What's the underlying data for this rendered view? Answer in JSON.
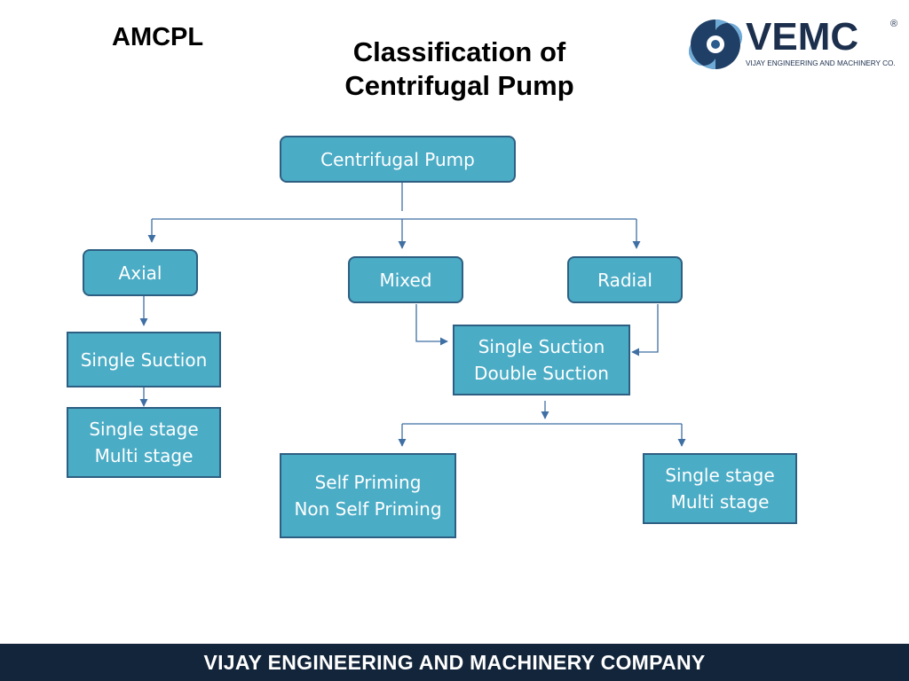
{
  "header": {
    "company_short": "AMCPL",
    "title_line1": "Classification of",
    "title_line2": "Centrifugal Pump"
  },
  "logo": {
    "brand": "VEMC",
    "registered_mark": "®",
    "tagline": "VIJAY ENGINEERING AND MACHINERY CO.",
    "icon": "swirl-logo-icon"
  },
  "diagram": {
    "root": "Centrifugal Pump",
    "axial": "Axial",
    "mixed": "Mixed",
    "radial": "Radial",
    "axial_suction": "Single Suction",
    "axial_stage_1": "Single stage",
    "axial_stage_2": "Multi stage",
    "suction_1": "Single Suction",
    "suction_2": "Double Suction",
    "priming_1": "Self Priming",
    "priming_2": "Non Self Priming",
    "stage_1": "Single stage",
    "stage_2": "Multi stage"
  },
  "footer": {
    "text": "VIJAY ENGINEERING AND MACHINERY COMPANY"
  },
  "colors": {
    "node_fill": "#4bacc6",
    "node_border": "#2e5f82",
    "connector": "#3f6fa3",
    "footer_bg": "#13253a"
  }
}
